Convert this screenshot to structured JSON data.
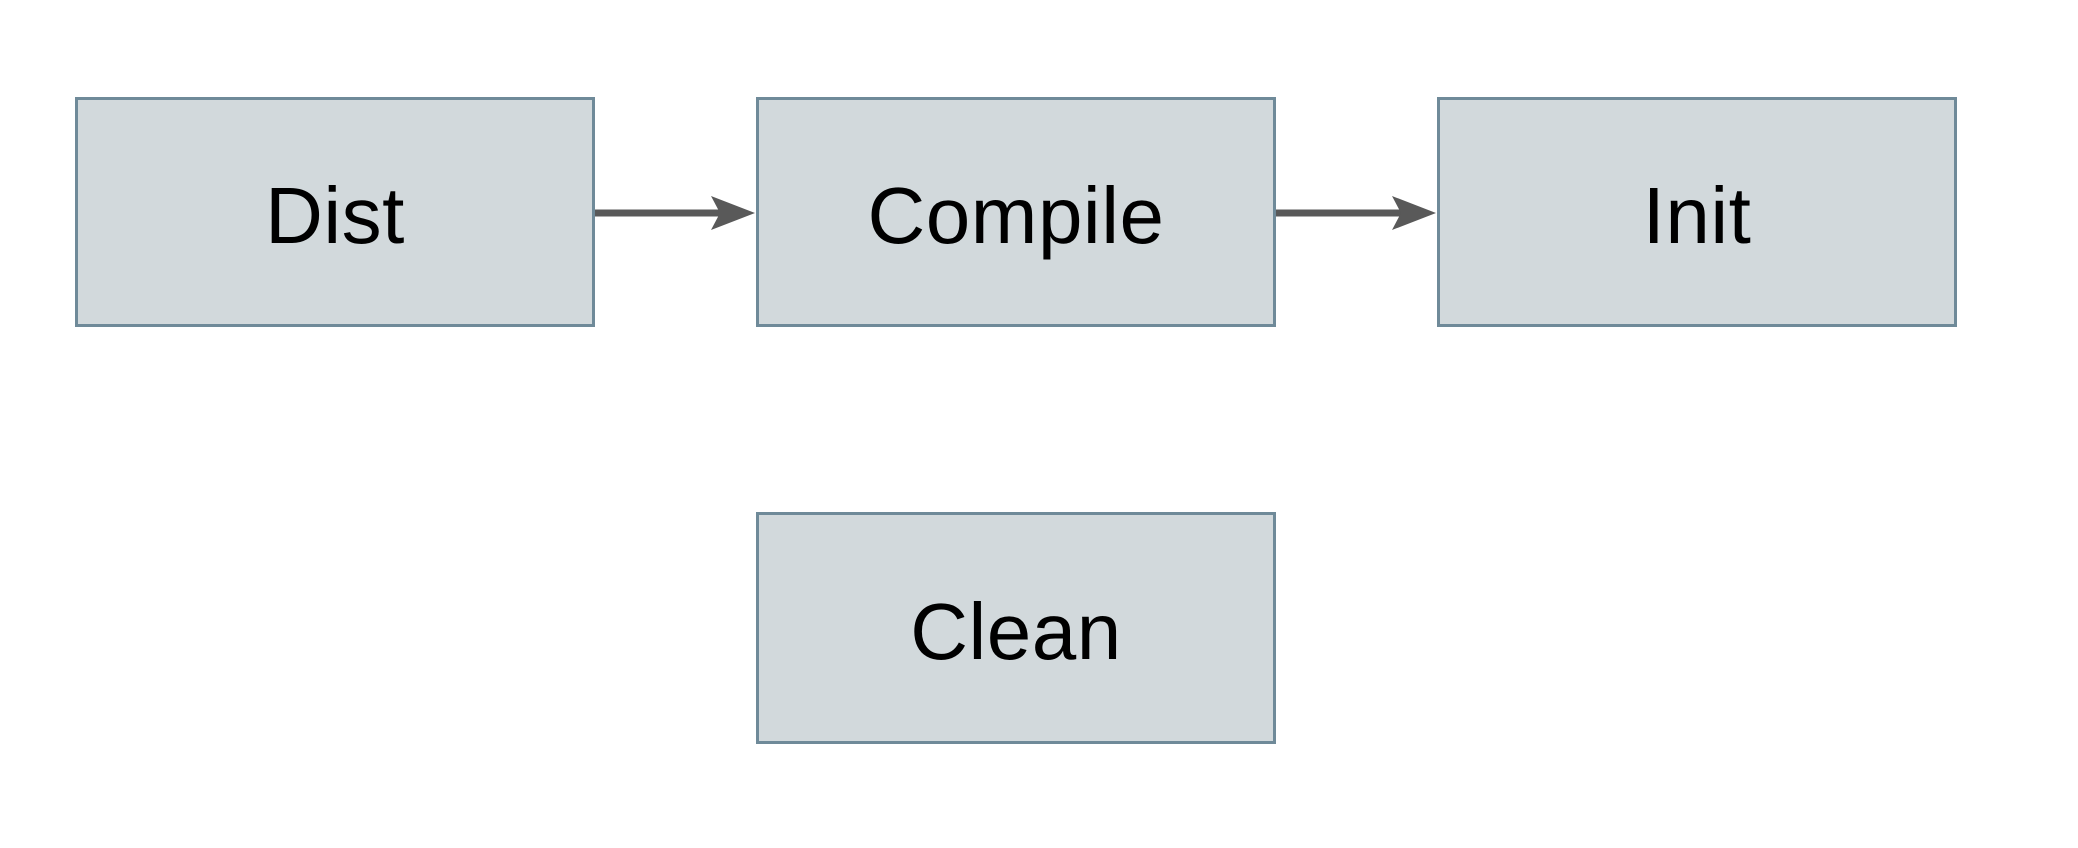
{
  "diagram": {
    "type": "flowchart",
    "nodes": {
      "dist": {
        "label": "Dist"
      },
      "compile": {
        "label": "Compile"
      },
      "init": {
        "label": "Init"
      },
      "clean": {
        "label": "Clean"
      }
    },
    "edges": [
      {
        "from": "Dist",
        "to": "Compile",
        "direction": "right"
      },
      {
        "from": "Compile",
        "to": "Init",
        "direction": "right"
      }
    ]
  },
  "colors": {
    "node_fill": "#d2d9dc",
    "node_border": "#6f8a99",
    "arrow": "#595959",
    "text": "#000000",
    "background": "#ffffff"
  }
}
